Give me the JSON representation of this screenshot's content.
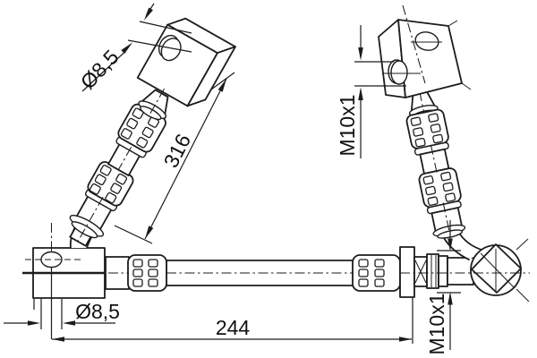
{
  "drawing": {
    "background": "#ffffff",
    "line_color": "#1c1c1c",
    "dimensions": {
      "top_eye_diameter": "Ø8,5",
      "upper_hose_length": "316",
      "top_thread": "M10x1",
      "right_thread": "M10x1",
      "bracket_hole_diameter": "Ø8,5",
      "overall_length": "244"
    }
  }
}
